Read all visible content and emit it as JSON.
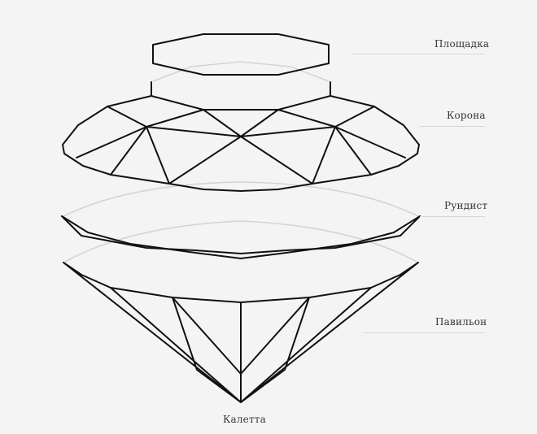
{
  "labels": {
    "table": "Площадка",
    "crown": "Корона",
    "girdle": "Рундист",
    "pavilion": "Павильон",
    "culet": "Калетта"
  },
  "colors": {
    "background": "#f4f4f4",
    "outline": "#111111",
    "ghost": "#d4d4d4",
    "leader": "#d6d6d6",
    "label": "#333333"
  }
}
